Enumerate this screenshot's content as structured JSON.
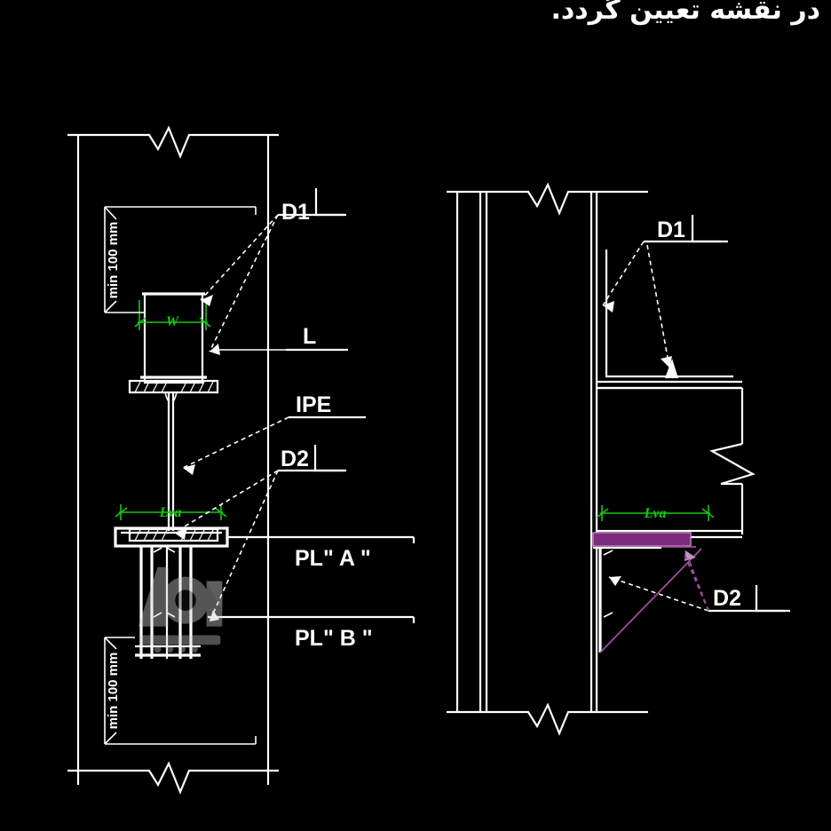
{
  "drawing": {
    "title_note_fa": "در نقشه تعیین گردد.",
    "background_color": "#000000",
    "line_color": "#ffffff",
    "dimension_color": "#12c912",
    "highlight_plate_color": "#7d2b7d",
    "type": "structural-steel-connection-detail",
    "views": [
      "section-view-left",
      "elevation-view-right"
    ]
  },
  "labels": {
    "d1_left": "D1",
    "d1_right": "D1",
    "d2_left": "D2",
    "d2_right": "D2",
    "angle_L": "L",
    "beam_IPE": "IPE",
    "plate_a": "PL\" A \"",
    "plate_b": "PL\" B \""
  },
  "dimensions": {
    "min_top": "min 100 mm",
    "min_bottom": "min 100 mm",
    "width_w": "W",
    "lva_left": "Lva",
    "lva_right": "Lva"
  },
  "watermark": {
    "name": "divar-logo-watermark",
    "text_fa": "دیوار"
  }
}
